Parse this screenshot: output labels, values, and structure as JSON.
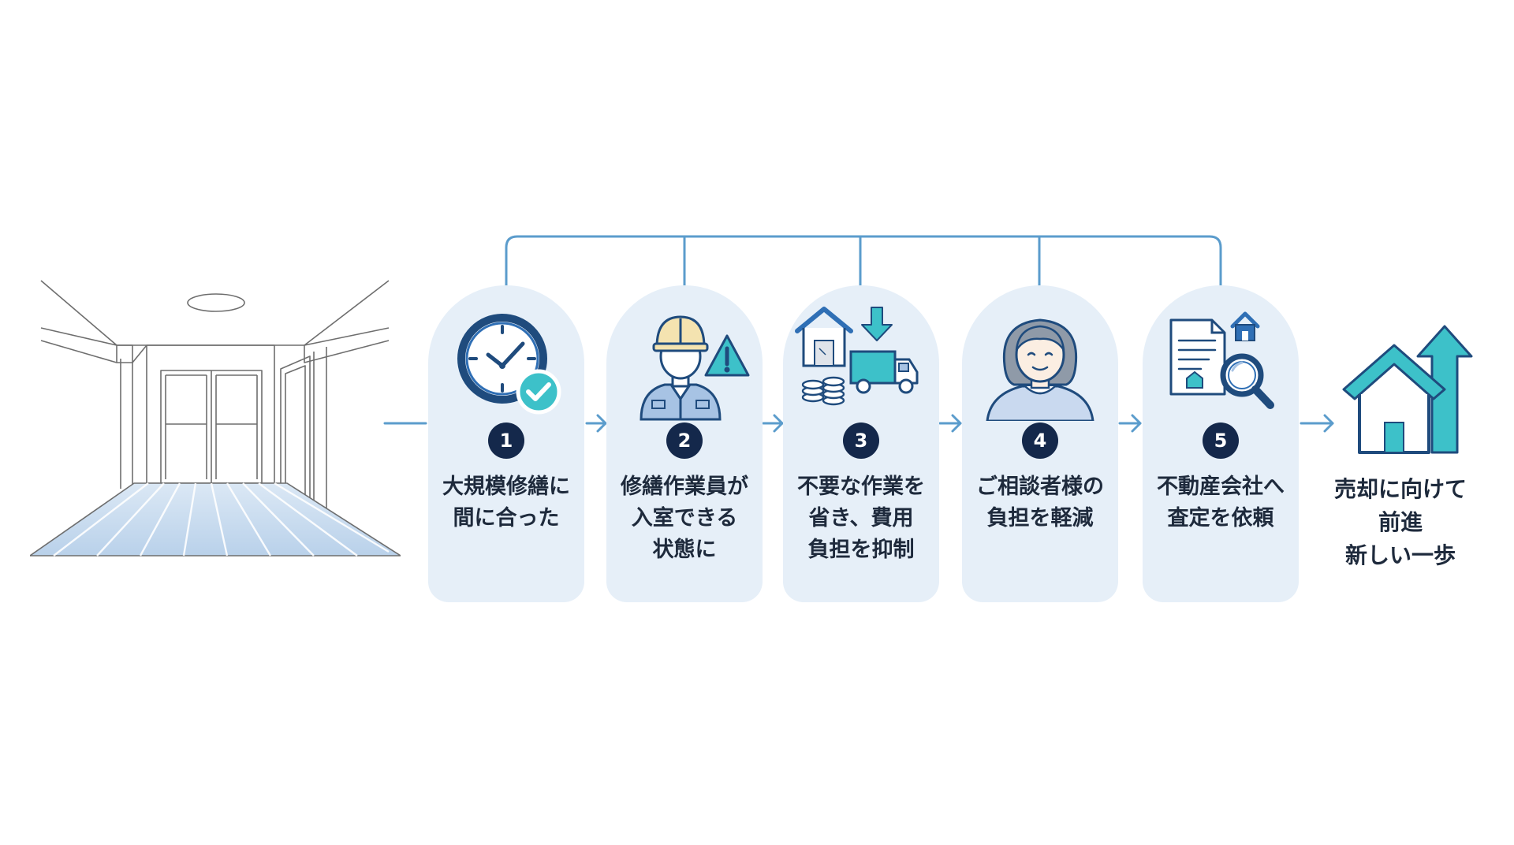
{
  "colors": {
    "card_bg": "#e6eff8",
    "badge": "#14284b",
    "connector": "#5b9ccc",
    "icon_navy": "#1f4b7d",
    "icon_blue": "#2f6fb5",
    "icon_teal": "#3dc1c9",
    "text": "#1e2a3c"
  },
  "steps": [
    {
      "number": "1",
      "text": "大規模修繕に\n間に合った",
      "icon": "clock-check-icon"
    },
    {
      "number": "2",
      "text": "修繕作業員が\n入室できる\n状態に",
      "icon": "worker-warning-icon"
    },
    {
      "number": "3",
      "text": "不要な作業を\n省き、費用\n負担を抑制",
      "icon": "house-truck-coins-icon"
    },
    {
      "number": "4",
      "text": "ご相談者様の\n負担を軽減",
      "icon": "elderly-woman-icon"
    },
    {
      "number": "5",
      "text": "不動産会社へ\n査定を依頼",
      "icon": "document-search-icon"
    }
  ],
  "final": {
    "text": "売却に向けて\n前進\n新しい一歩",
    "icon": "house-rising-arrow-icon"
  },
  "start_illustration": "empty-room-illustration"
}
